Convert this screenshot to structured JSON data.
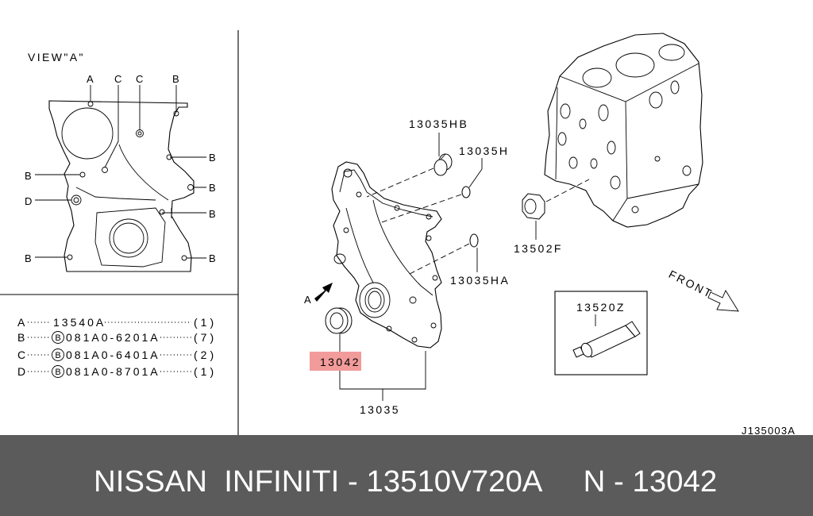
{
  "view_a": {
    "title": "VIEW\"A\"",
    "callouts_top": [
      "A",
      "C",
      "C",
      "B"
    ],
    "callouts_right": [
      "B",
      "B",
      "B",
      "B"
    ],
    "callouts_left": [
      "B",
      "D",
      "B"
    ]
  },
  "legend": [
    {
      "key": "A",
      "part": "13540A",
      "qty": "(1)"
    },
    {
      "key": "B",
      "prefix": "B",
      "part": "081A0-6201A",
      "qty": "(7)"
    },
    {
      "key": "C",
      "prefix": "B",
      "part": "081A0-6401A",
      "qty": "(2)"
    },
    {
      "key": "D",
      "prefix": "B",
      "part": "081A0-8701A",
      "qty": "(1)"
    }
  ],
  "parts": {
    "plug_upper": "13035HB",
    "oring_upper": "13035H",
    "sleeve": "13502F",
    "oring_lower": "13035HA",
    "sealant": "13520Z",
    "oil_seal": "13042",
    "front_cover": "13035"
  },
  "view_marker": "A",
  "front_label": "FRONT",
  "drawing_code": "J135003A",
  "footer": {
    "text": "NISSAN  INFINITI - 13510V720A     N - 13042"
  },
  "colors": {
    "highlight": "#f29b9b",
    "footer_bg": "#5b5b5b",
    "footer_text": "#ffffff"
  }
}
